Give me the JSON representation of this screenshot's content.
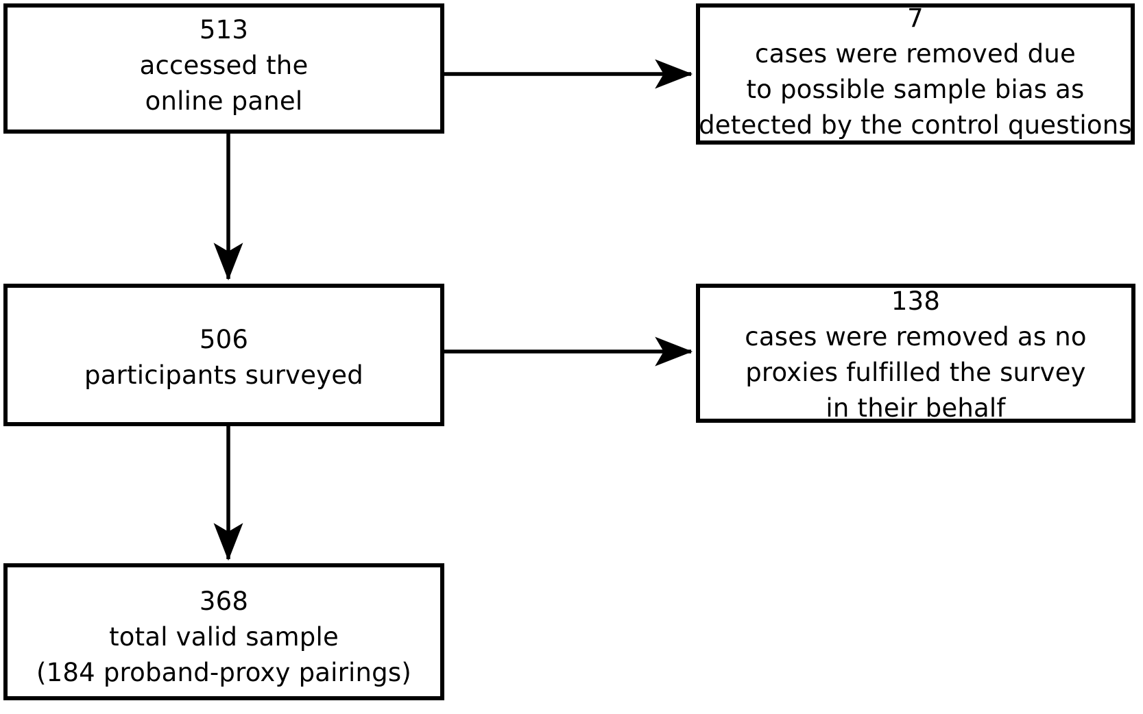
{
  "diagram": {
    "type": "flowchart",
    "title": "Participant flow diagram",
    "orientation": "vertical-with-exclusions",
    "background_color": "#ffffff",
    "line_color": "#000000",
    "text_color": "#000000",
    "nodes": [
      {
        "id": "accessed",
        "name": "accessed-the-online-panel",
        "count": "513",
        "lines": [
          "513",
          "accessed the",
          "online panel"
        ],
        "column": "left"
      },
      {
        "id": "removed-bias",
        "name": "cases-removed-sample-bias",
        "count": "7",
        "lines": [
          "7",
          "cases were removed due",
          "to possible sample bias as",
          "detected by the control questions"
        ],
        "column": "right"
      },
      {
        "id": "surveyed",
        "name": "participants-surveyed",
        "count": "506",
        "lines": [
          "506",
          "participants surveyed"
        ],
        "column": "left"
      },
      {
        "id": "removed-proxy",
        "name": "cases-removed-no-proxies",
        "count": "138",
        "lines": [
          "138",
          "cases were removed as no",
          "proxies fulfilled the survey",
          "in their behalf"
        ],
        "column": "right"
      },
      {
        "id": "valid",
        "name": "total-valid-sample",
        "count": "368",
        "lines": [
          "368",
          "total valid sample",
          "(184 proband-proxy pairings)"
        ],
        "column": "left"
      }
    ],
    "edges": [
      {
        "from": "accessed",
        "to": "removed-bias",
        "direction": "right"
      },
      {
        "from": "accessed",
        "to": "surveyed",
        "direction": "down"
      },
      {
        "from": "surveyed",
        "to": "removed-proxy",
        "direction": "right"
      },
      {
        "from": "surveyed",
        "to": "valid",
        "direction": "down"
      }
    ]
  }
}
